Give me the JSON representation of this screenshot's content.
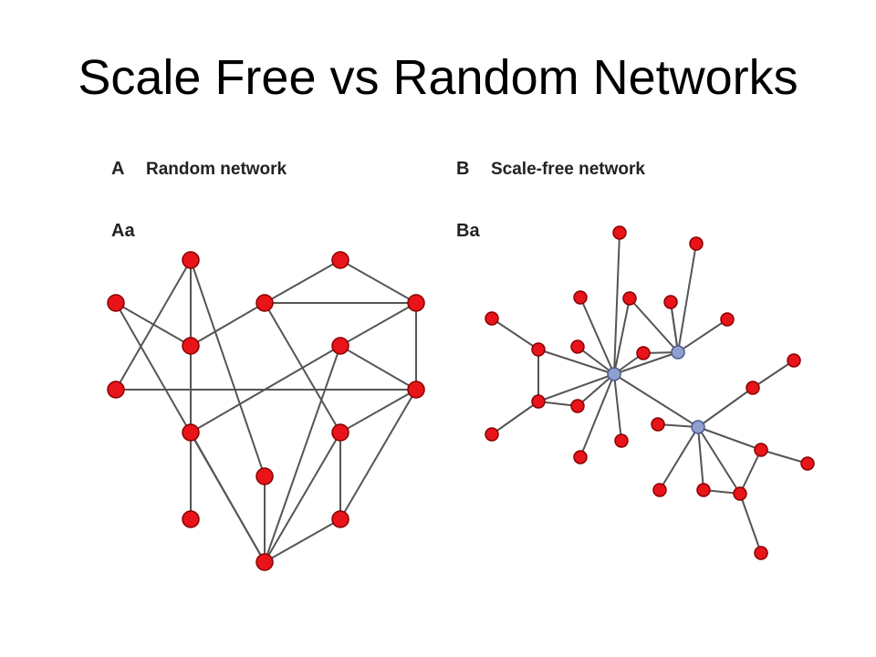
{
  "title": "Scale Free vs Random Networks",
  "panels": {
    "a": {
      "letter": "A",
      "label": "Random network",
      "sub": "Aa"
    },
    "b": {
      "letter": "B",
      "label": "Scale-free network",
      "sub": "Ba"
    }
  },
  "colors": {
    "node": "#e8141a",
    "node_stroke": "#8a0000",
    "hub": "#8f9fd0",
    "hub_stroke": "#4a5a8a",
    "edge": "#555555"
  }
}
